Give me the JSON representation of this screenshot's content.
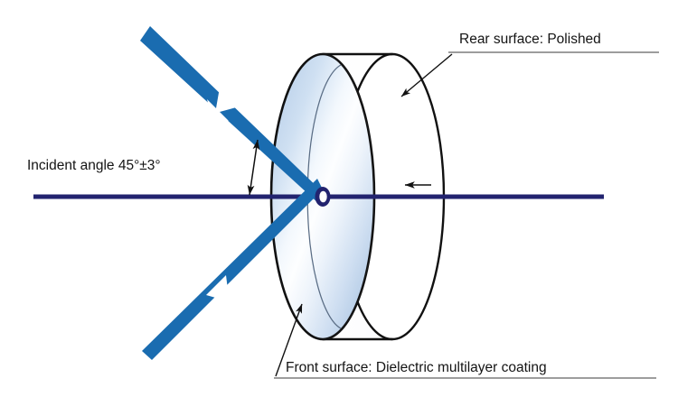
{
  "figure": {
    "title_hidden": "Mirror incident angle diagram",
    "labels": {
      "incident_angle": "Incident angle 45°±3°",
      "rear_surface": "Rear surface: Polished",
      "front_surface": "Front surface: Dielectric multilayer coating"
    },
    "values": {
      "nominal_angle_deg": "45",
      "angle_tolerance_deg": "3",
      "degree_symbol": "°",
      "plus_minus_symbol": "±"
    },
    "icons": {
      "incident_beam": "incoming-beam-arrow-icon",
      "reflected_beam": "reflected-beam-arrow-icon",
      "angle_dimension": "double-headed-dimension-arrow-icon",
      "rear_leader": "leader-line-arrow-icon",
      "front_leader": "leader-line-arrow-icon",
      "axis_marker": "left-pointing-arrow-icon",
      "hit_point": "beam-incidence-point-icon"
    },
    "colors": {
      "beam_blue": "#1a6cb0",
      "optical_axis_navy": "#22236f",
      "outline_black": "#111111",
      "underline_gray": "#7d7d7d",
      "glass_light": "#fdfeff",
      "glass_mid": "#cddcef",
      "glass_deep": "#a9c4e2",
      "text_black": "#141414",
      "background": "#ffffff"
    },
    "geometry": {
      "optical_axis_y": "218",
      "optical_axis_x_start": "37",
      "optical_axis_x_end": "668",
      "incidence_point_x": "357",
      "incidence_point_y": "218",
      "front_face_cx": "357",
      "front_face_cy": "218",
      "front_face_rx": "57",
      "front_face_ry": "158",
      "rear_face_cx": "434",
      "rear_face_cy": "218",
      "rear_face_rx": "57",
      "rear_face_ry": "158"
    }
  }
}
